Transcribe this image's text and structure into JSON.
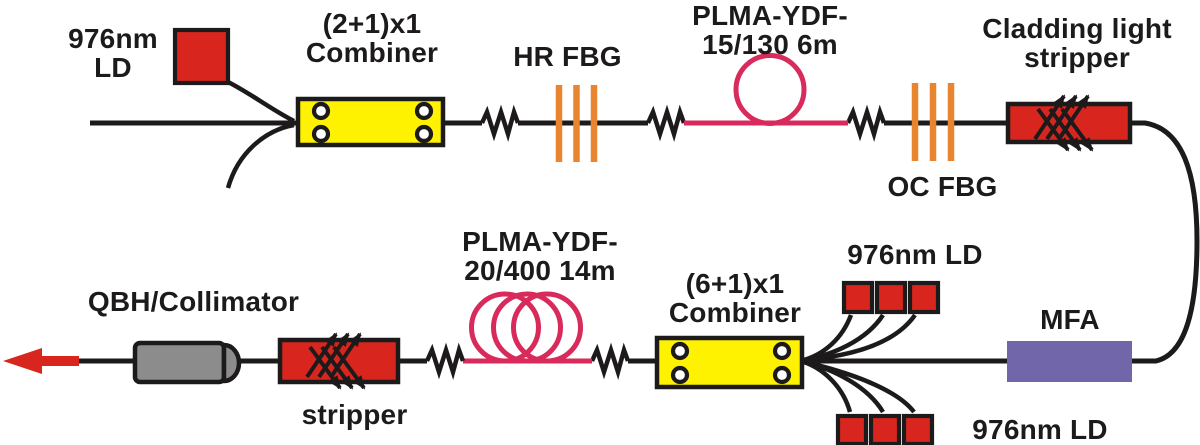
{
  "colors": {
    "ink": "#1d1a1b",
    "background": "#ffffff",
    "red": "#d8261f",
    "arrow_red": "#d8261f",
    "yellow": "#fff200",
    "orange": "#e8852e",
    "pink": "#d92a5c",
    "purple": "#7166aa",
    "gray": "#8c8c8c"
  },
  "labels": {
    "top_row": {
      "pump_ld": "976nm\nLD",
      "combiner": "(2+1)x1\nCombiner",
      "hr_fbg": "HR FBG",
      "gain_fiber": "PLMA-YDF-\n15/130 6m",
      "oc_fbg": "OC FBG",
      "cladding_stripper": "Cladding light\nstripper"
    },
    "bottom_row": {
      "qbh_collimator": "QBH/Collimator",
      "stripper": "stripper",
      "gain_fiber": "PLMA-YDF-\n20/400 14m",
      "combiner": "(6+1)x1\nCombiner",
      "pump_ld_top": "976nm LD",
      "mfa": "MFA",
      "pump_ld_bottom": "976nm LD"
    }
  }
}
